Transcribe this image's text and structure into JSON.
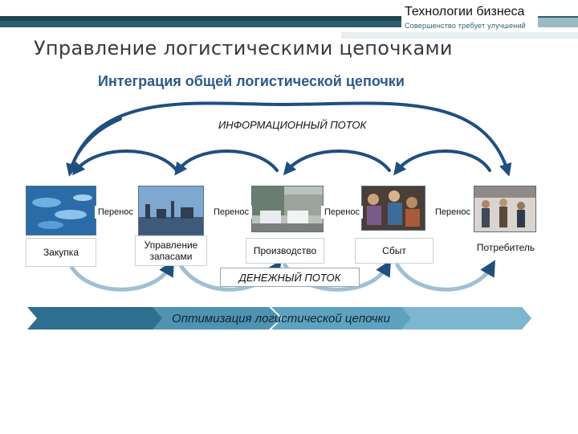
{
  "brand": {
    "name": "Технологии бизнеса",
    "slogan": "Совершенство требует улучшений"
  },
  "title": "Управление логистическими цепочками",
  "subtitle": "Интеграция общей логистической цепочки",
  "diagram": {
    "info_flow": "ИНФОРМАЦИОННЫЙ ПОТОК",
    "money_flow": "ДЕНЕЖНЫЙ ПОТОК",
    "transfer_label": "Перенос",
    "stages": [
      "Закупка",
      "Управление запасами",
      "Производство",
      "Сбыт",
      "Потребитель"
    ],
    "optimization": "Оптимизация логистической цепочки"
  },
  "colors": {
    "header_bar": "#2f5f6f",
    "subtitle": "#2d5a8a",
    "arrow": "#1f4f7f",
    "banner": "#2e6f8f"
  }
}
